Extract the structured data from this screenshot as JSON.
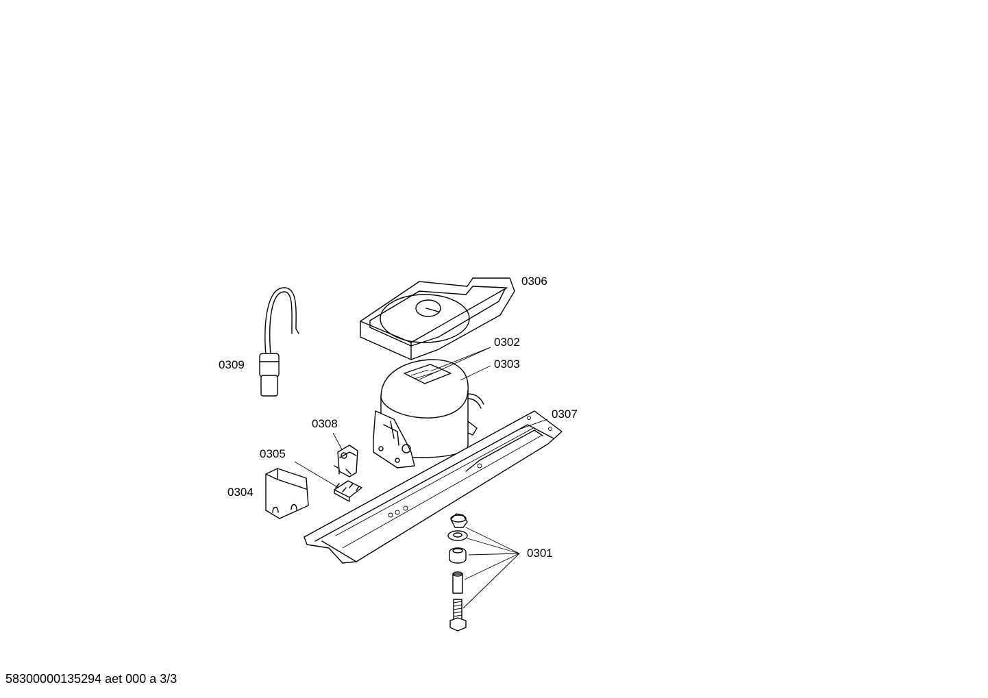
{
  "diagram": {
    "parts": {
      "p0301": "0301",
      "p0302": "0302",
      "p0303": "0303",
      "p0304": "0304",
      "p0305": "0305",
      "p0306": "0306",
      "p0307": "0307",
      "p0308": "0308",
      "p0309": "0309"
    },
    "footer": "58300000135294 aet 000 a 3/3"
  }
}
